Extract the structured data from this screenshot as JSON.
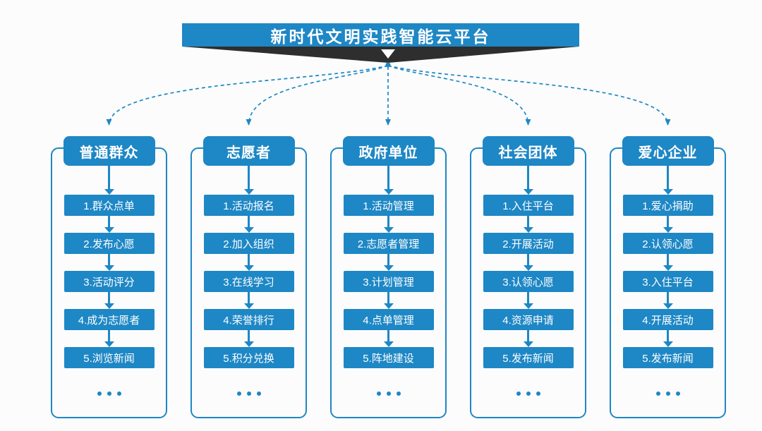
{
  "title": "新时代文明实践智能云平台",
  "ellipsis_label": "...",
  "colors": {
    "accent": "#1E87C5",
    "banner": "#2E2E2E",
    "bg": "#FCFCFC"
  },
  "columns": [
    {
      "title": "普通群众",
      "steps": [
        "1.群众点单",
        "2.发布心愿",
        "3.活动评分",
        "4.成为志愿者",
        "5.浏览新闻"
      ]
    },
    {
      "title": "志愿者",
      "steps": [
        "1.活动报名",
        "2.加入组织",
        "3.在线学习",
        "4.荣誉排行",
        "5.积分兑换"
      ]
    },
    {
      "title": "政府单位",
      "steps": [
        "1.活动管理",
        "2.志愿者管理",
        "3.计划管理",
        "4.点单管理",
        "5.阵地建设"
      ]
    },
    {
      "title": "社会团体",
      "steps": [
        "1.入住平台",
        "2.开展活动",
        "3.认领心愿",
        "4.资源申请",
        "5.发布新闻"
      ]
    },
    {
      "title": "爱心企业",
      "steps": [
        "1.爱心捐助",
        "2.认领心愿",
        "3.入住平台",
        "4.开展活动",
        "5.发布新闻"
      ]
    }
  ]
}
